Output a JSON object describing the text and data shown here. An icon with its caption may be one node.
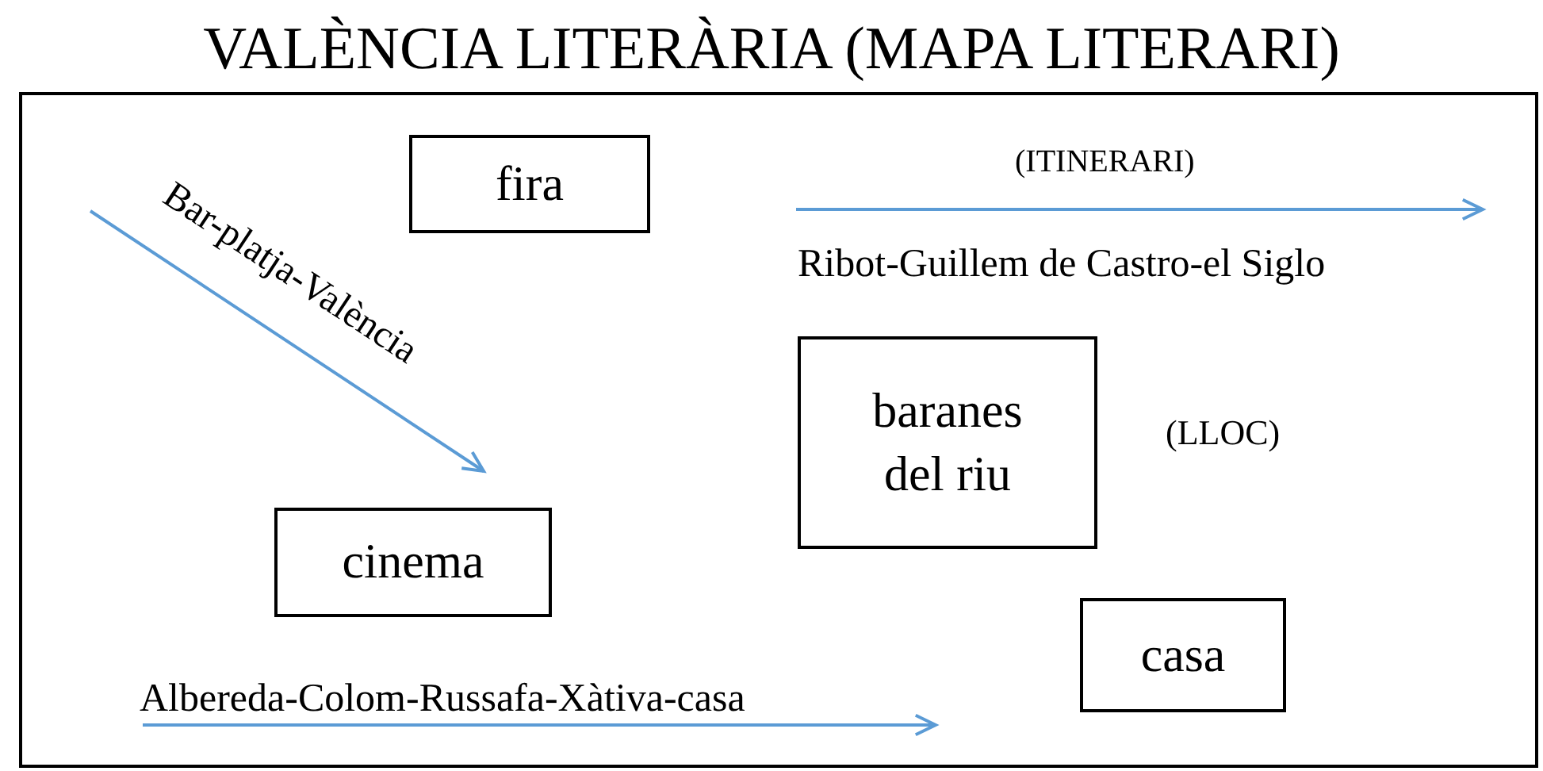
{
  "diagram": {
    "title": "VALÈNCIA LITERÀRIA (MAPA LITERARI)",
    "nodes": [
      {
        "text": [
          "fira"
        ]
      },
      {
        "text": [
          "baranes del riu"
        ]
      },
      {
        "text": [
          "cinema"
        ]
      },
      {
        "text": [
          "casa"
        ]
      }
    ],
    "labels": [
      "(ITINERARI)",
      "Bar-platja-València",
      "Ribot-Guillem de Castro-el Siglo",
      "(LLOC)",
      "Albereda-Colom-Russafa-Xàtiva-casa"
    ]
  }
}
